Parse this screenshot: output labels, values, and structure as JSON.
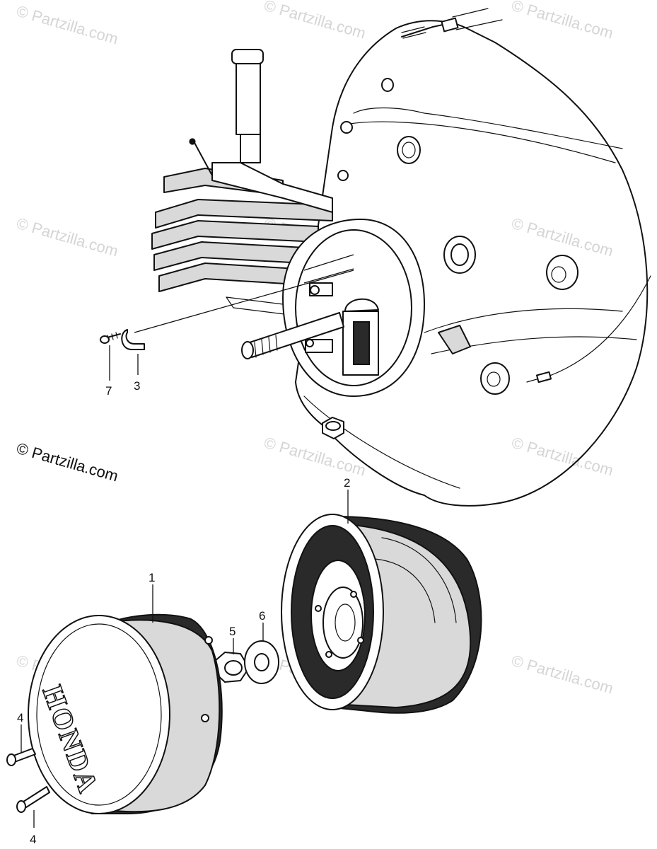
{
  "watermark": "© Partzilla.com",
  "copyright": "© Partzilla.com",
  "logo_text": "HONDA",
  "callouts": [
    "7",
    "3",
    "2",
    "1",
    "5",
    "6",
    "4",
    "4"
  ]
}
